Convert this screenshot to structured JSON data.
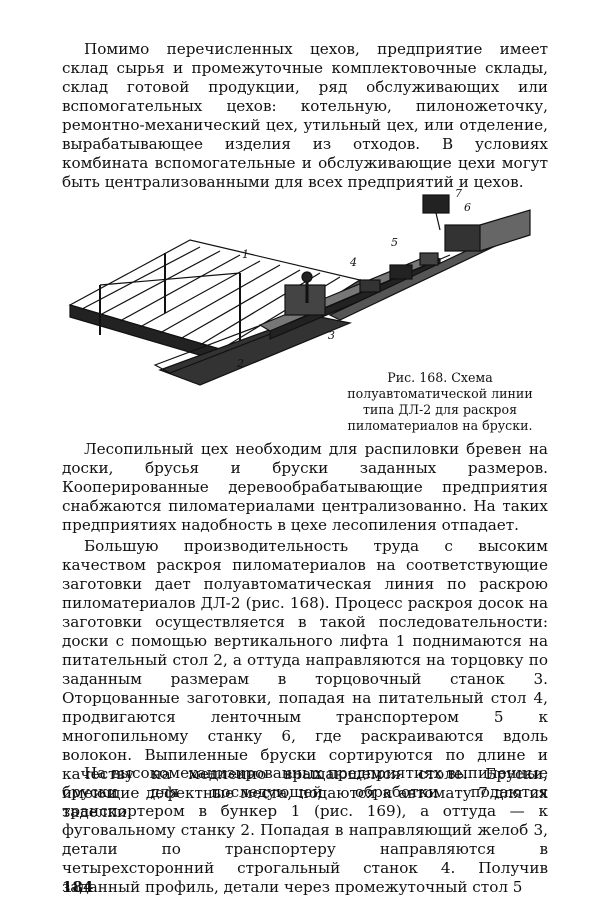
{
  "page": {
    "paragraphs": [
      "Помимо перечисленных цехов, предприятие имеет склад сырья и промежуточные комплектовочные склады, склад готовой продукции, ряд обслуживающих или вспомогательных цехов: котельную, пилоножеточку, ремонтно-механический цех, утильный цех, или отделение, вырабатывающее изделия из отходов. В условиях комбината вспомогательные и обслуживающие цехи могут быть централизованными для всех предприятий и цехов.",
      "Лесопильный цех необходим для распиловки бревен на доски, брусья и бруски заданных размеров. Кооперированные деревообрабатывающие предприятия снабжаются пиломатериалами централизованно. На таких предприятиях надобность в цехе лесопиления отпадает.",
      "Большую производительность труда с высоким качеством раскроя пиломатериалов на соответствующие заготовки дает полуавтоматическая линия по раскрою пиломатериалов ДЛ-2 (рис. 168). Процесс раскроя досок на заготовки осуществляется в такой последовательности: доски с помощью вертикального лифта 1 поднимаются на питательный стол 2, а оттуда направляются на торцовку по заданным размерам в торцовочный станок 3. Оторцованные заготовки, попадая на питательный стол 4, продвигаются ленточным транспортером 5 к многопильному станку 6, где раскраиваются вдоль волокон. Выпиленные бруски сортируются по длине и качеству на медленно вращающемся столе. Бруски, имеющие дефектные места, подаются к автомату 7 для их заделки.",
      "На высокомеханизированных предприятиях выпиленные бруски для последующей обработки подаются транспортером в бункер 1 (рис. 169), а оттуда — к фуговальному станку 2. Попадая в направляющий желоб 3, детали по транспортеру направляются в четырехсторонний строгальный станок 4. Получив заданный профиль, детали через промежуточный стол 5"
    ],
    "figure": {
      "caption": "Рис. 168. Схема полуавтоматической линии типа ДЛ-2 для раскроя пиломатериалов на бруски.",
      "labels": [
        "1",
        "2",
        "3",
        "4",
        "5",
        "6",
        "7"
      ]
    },
    "page_number": "184"
  }
}
